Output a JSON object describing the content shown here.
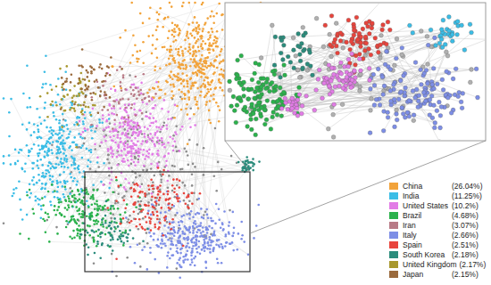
{
  "diagram": {
    "labels": [
      "(26.04%)",
      "(11.25%)",
      "(10.2%)",
      "(4.68%)",
      "(3.07%)",
      "(2.66%)",
      "(2.51%)",
      "(2.18%)",
      "(2.17%)",
      "(2.15%)"
    ],
    "legend": [
      {
        "text": "China",
        "color": "#f2a33a"
      },
      {
        "text": "India",
        "color": "#3bbde6"
      },
      {
        "text": "United States",
        "color": "#e27ce6"
      },
      {
        "text": "Brazil",
        "color": "#2bb24c"
      },
      {
        "text": "Iran",
        "color": "#b87a86"
      },
      {
        "text": "Italy",
        "color": "#7d8ee6"
      },
      {
        "text": "Spain",
        "color": "#e8443c"
      },
      {
        "text": "South Korea",
        "color": "#2b8c7c"
      },
      {
        "text": "United Kingdom",
        "color": "#a8982e"
      },
      {
        "text": "Japan",
        "color": "#9a6a3c"
      }
    ]
  }
}
